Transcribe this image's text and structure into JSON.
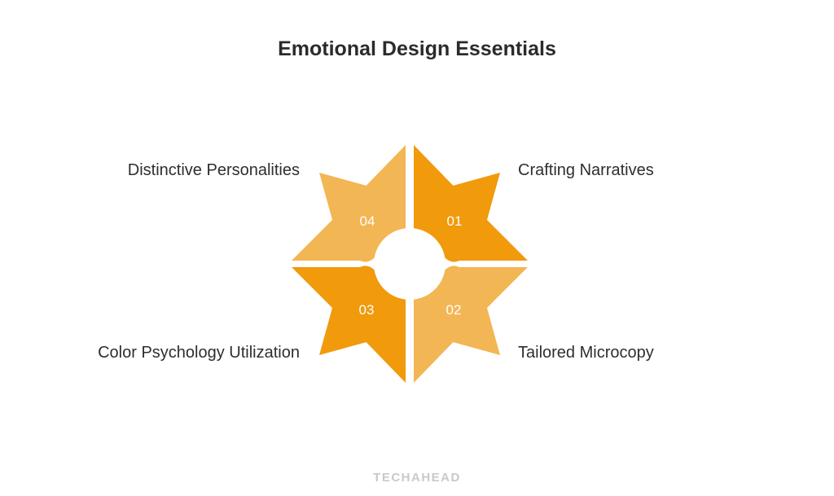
{
  "title": "Emotional Design Essentials",
  "segments": [
    {
      "number": "01",
      "label": "Crafting Narratives",
      "color": "#f09a0c"
    },
    {
      "number": "02",
      "label": "Tailored Microcopy",
      "color": "#f3b654"
    },
    {
      "number": "03",
      "label": "Color Psychology Utilization",
      "color": "#f09a0c"
    },
    {
      "number": "04",
      "label": "Distinctive Personalities",
      "color": "#f3b654"
    }
  ],
  "watermark": "TECHAHEAD"
}
